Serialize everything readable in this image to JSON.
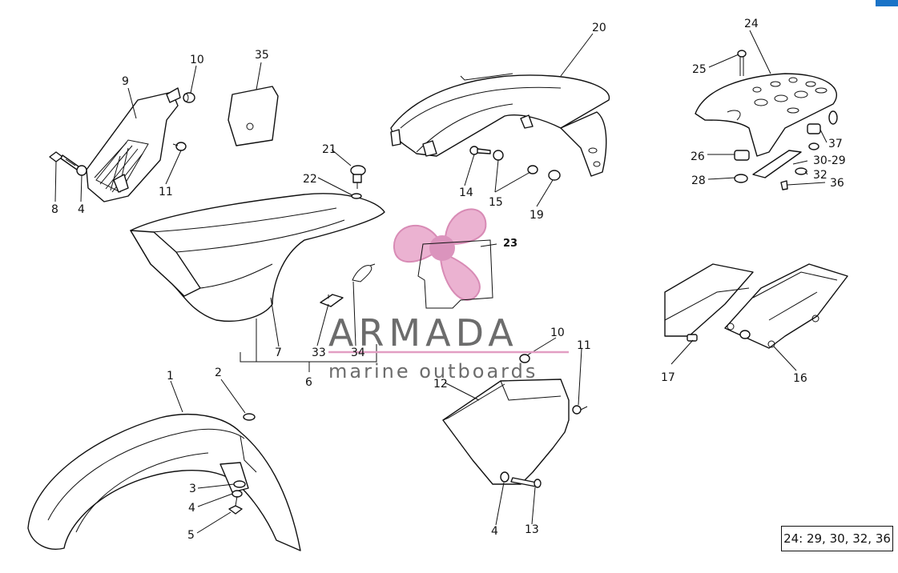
{
  "watermark": {
    "brand": "ARMADA",
    "tagline": "marine outboards",
    "accent_color": "#e29ec3"
  },
  "legend_note": "24: 29, 30, 32, 36",
  "callouts": {
    "c1": "1",
    "c2": "2",
    "c3": "3",
    "c4a": "4",
    "c4b": "4",
    "c4c": "4",
    "c5": "5",
    "c6": "6",
    "c7": "7",
    "c8": "8",
    "c9": "9",
    "c10a": "10",
    "c10b": "10",
    "c11a": "11",
    "c11b": "11",
    "c12": "12",
    "c13": "13",
    "c14": "14",
    "c15": "15",
    "c16": "16",
    "c17": "17",
    "c19": "19",
    "c20": "20",
    "c21": "21",
    "c22": "22",
    "c23": "23",
    "c24": "24",
    "c25": "25",
    "c26": "26",
    "c28": "28",
    "c3029": "30-29",
    "c32": "32",
    "c33": "33",
    "c34": "34",
    "c35": "35",
    "c36": "36",
    "c37": "37"
  }
}
